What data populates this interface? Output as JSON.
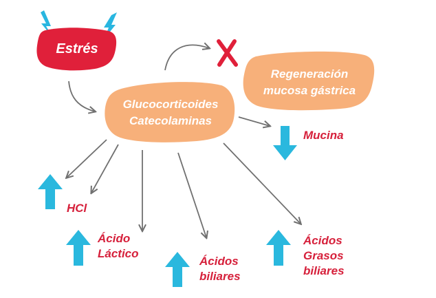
{
  "colors": {
    "stress": "#e0203a",
    "node": "#f7b07a",
    "effect_text": "#d6203b",
    "up_arrow": "#2ab8de",
    "down_arrow": "#2ab8de",
    "connector": "#707070",
    "cross": "#e0203a",
    "lightning": "#29b6e0"
  },
  "icons": {
    "lightning": "lightning-bolt-icon",
    "cross": "x-mark-icon",
    "up": "arrow-up-icon",
    "down": "arrow-down-icon"
  },
  "nodes": {
    "stress": {
      "label": "Estrés"
    },
    "hormones": {
      "line1": "Glucocorticoides",
      "line2": "Catecolaminas"
    },
    "regeneration": {
      "line1": "Regeneración",
      "line2": "mucosa gástrica"
    }
  },
  "effects": {
    "mucina": {
      "direction": "down",
      "label": "Mucina"
    },
    "hcl": {
      "direction": "up",
      "label": "HCl"
    },
    "acido_lactico": {
      "direction": "up",
      "line1": "Ácido",
      "line2": "Láctico"
    },
    "acidos_biliares": {
      "direction": "up",
      "line1": "Ácidos",
      "line2": "biliares"
    },
    "acidos_grasos_biliares": {
      "direction": "up",
      "line1": "Ácidos",
      "line2": "Grasos",
      "line3": "biliares"
    }
  }
}
